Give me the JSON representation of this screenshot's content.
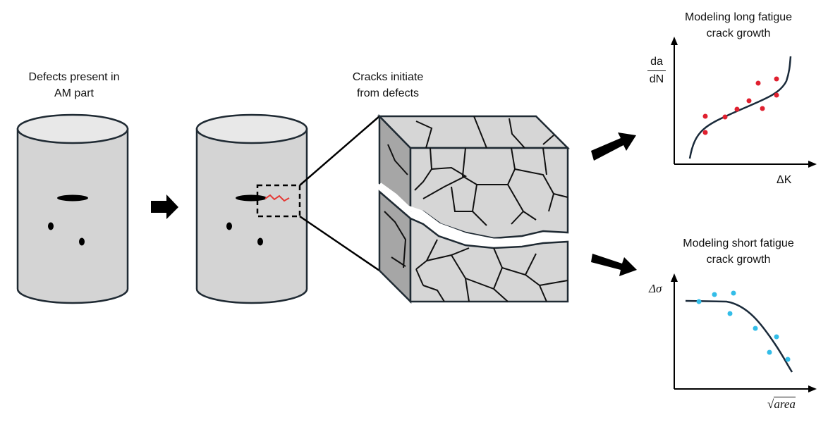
{
  "labels": {
    "defects": [
      "Defects present in",
      "AM part"
    ],
    "cracks": [
      "Cracks initiate",
      "from defects"
    ],
    "long_title": [
      "Modeling long fatigue",
      "crack growth"
    ],
    "short_title": [
      "Modeling short fatigue",
      "crack growth"
    ]
  },
  "long_chart": {
    "ylabel_num": "da",
    "ylabel_den": "dN",
    "xlabel": "ΔK",
    "point_color": "#e0202f"
  },
  "short_chart": {
    "ylabel": "Δσ",
    "xlabel": "area",
    "point_color": "#33bde8"
  },
  "colors": {
    "cylinder_fill": "#d4d4d4",
    "cylinder_top": "#e8e8e8",
    "outline": "#1f2a33",
    "crack": "#e53935",
    "cube_front": "#d6d6d6",
    "cube_side": "#a6a6a6"
  }
}
